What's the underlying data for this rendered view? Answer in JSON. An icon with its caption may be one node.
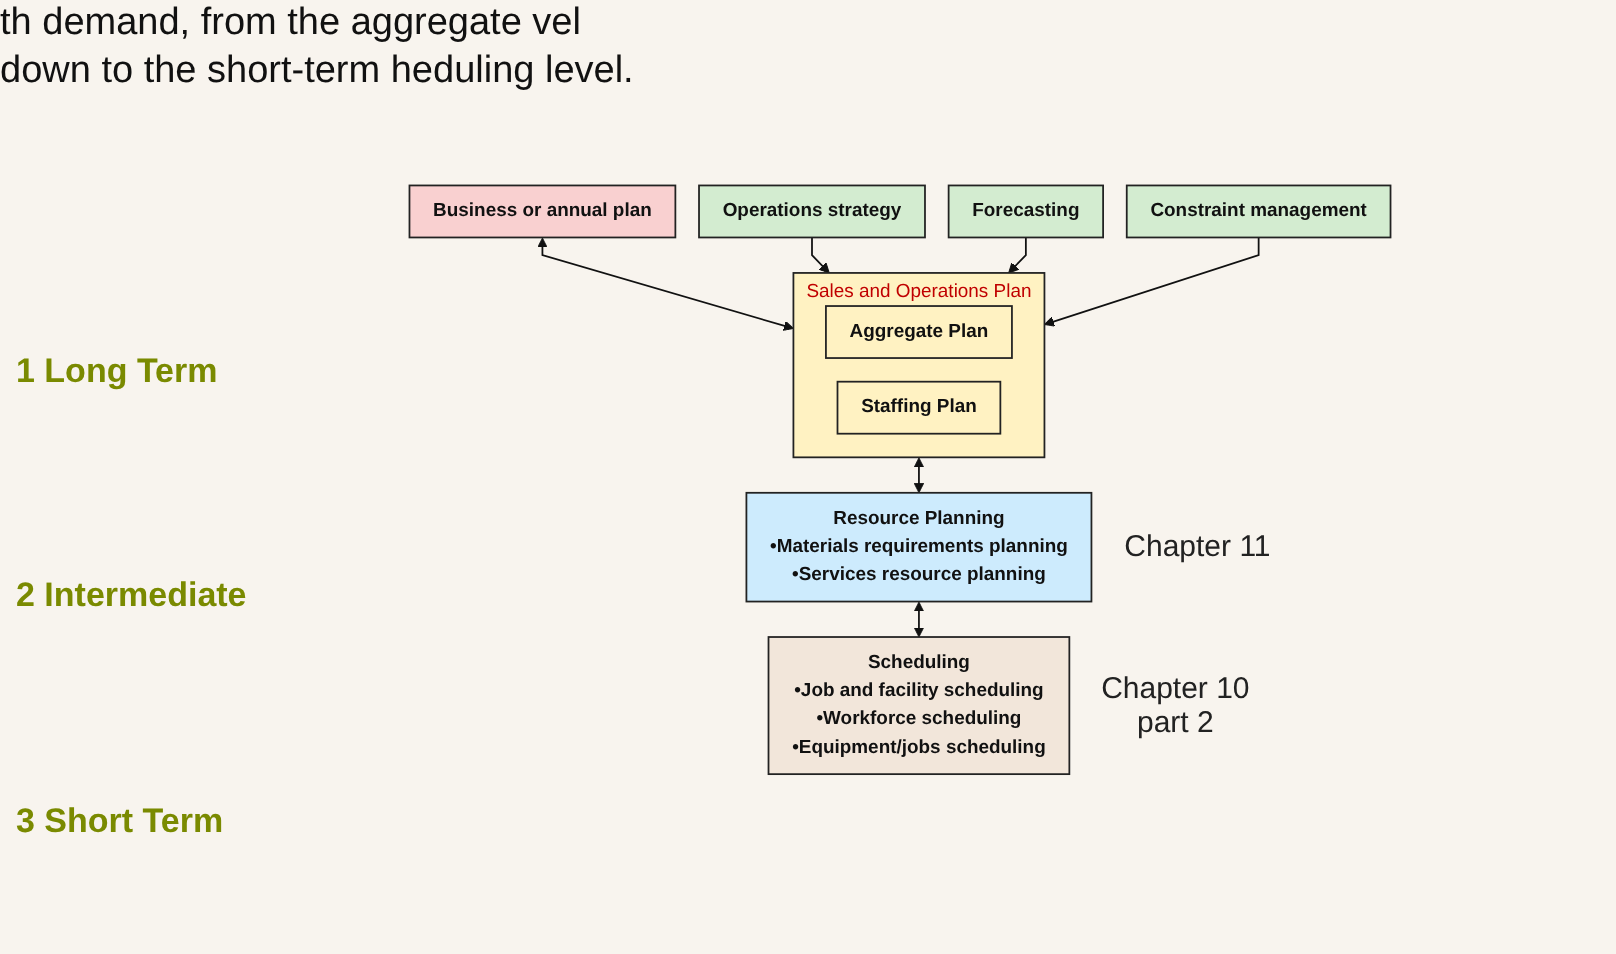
{
  "diagram": {
    "nodes": [
      {
        "text": [
          "Business or annual plan"
        ]
      },
      {
        "text": [
          "Operations strategy"
        ]
      },
      {
        "text": [
          "Sales and Operations Plan"
        ]
      },
      {
        "text": [
          "Aggregate Plan"
        ],
        "in": 2
      },
      {
        "text": [
          "Staffing Plan"
        ],
        "in": 2
      },
      {
        "text": [
          "Forecasting"
        ]
      },
      {
        "text": [
          "Constraint management"
        ]
      },
      {
        "text": [
          "Resource Planning",
          "•Materials requirements planning",
          "•Services resource planning"
        ],
        "beside": [
          "Chapter 11"
        ]
      },
      {
        "text": [
          "Scheduling",
          "•Job and facility scheduling",
          "•Workforce scheduling",
          "•Equipment/jobs scheduling"
        ],
        "beside": [
          "Chapter 10 part 2"
        ]
      }
    ],
    "edges": [
      {
        "from": 0,
        "to": 2,
        "arrow": "both"
      },
      {
        "from": 1,
        "to": 2,
        "arrow": "to"
      },
      {
        "from": 5,
        "to": 2,
        "arrow": "to"
      },
      {
        "from": 6,
        "to": 2,
        "arrow": "to"
      },
      {
        "from": 2,
        "to": 7,
        "arrow": "both"
      },
      {
        "from": 7,
        "to": 8,
        "arrow": "both"
      }
    ],
    "labels": [
      "th demand, from the aggregate vel down to the short-term heduling level.",
      "1 Long Term",
      "2 Intermediate",
      "3 Short Term"
    ]
  }
}
